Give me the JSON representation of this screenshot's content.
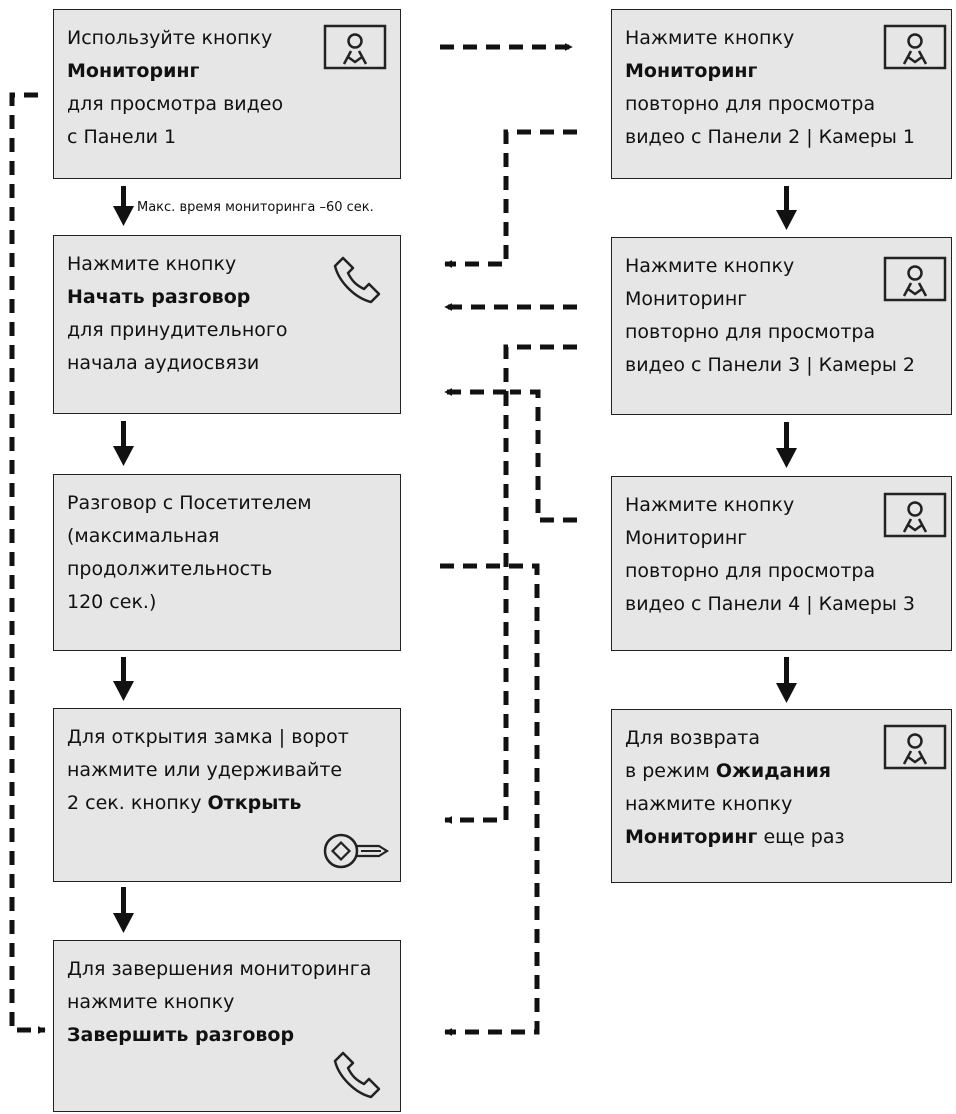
{
  "left": {
    "b1": {
      "l1": "Используйте кнопку",
      "l2": "Мониторинг",
      "l3": "для просмотра видео",
      "l4": "с Панели 1"
    },
    "note": "Макс. время мониторинга –60 сек.",
    "b2": {
      "l1": "Нажмите кнопку",
      "l2": "Начать разговор",
      "l3": "для принудительного",
      "l4": "начала аудиосвязи"
    },
    "b3": {
      "l1": "Разговор с Посетителем",
      "l2": "(максимальная",
      "l3": "продолжительность",
      "l4": "120 сек.)"
    },
    "b4": {
      "l1": "Для открытия замка | ворот",
      "l2": "нажмите или удерживайте",
      "l3a": "2 сек. кнопку ",
      "l3b": "Открыть"
    },
    "b5": {
      "l1": "Для завершения мониторинга",
      "l2": "нажмите кнопку",
      "l3": "Завершить разговор"
    }
  },
  "right": {
    "b1": {
      "l1": "Нажмите кнопку",
      "l2": "Мониторинг",
      "l3": "повторно для просмотра",
      "l4": "видео с Панели 2 | Камеры 1"
    },
    "b2": {
      "l1": "Нажмите кнопку",
      "l2": "Мониторинг",
      "l3": "повторно для просмотра",
      "l4": "видео с Панели 3 | Камеры 2"
    },
    "b3": {
      "l1": "Нажмите кнопку",
      "l2": "Мониторинг",
      "l3": "повторно для просмотра",
      "l4": "видео с Панели 4 | Камеры 3"
    },
    "b4": {
      "l1": "Для возврата",
      "l2a": "в режим ",
      "l2b": "Ожидания",
      "l3": "нажмите кнопку",
      "l4a": "Мониторинг",
      "l4b": " еще раз"
    }
  },
  "icons": {
    "monitor": "monitor-person-icon",
    "handset": "phone-handset-icon",
    "key": "key-icon"
  },
  "colors": {
    "box_fill": "#e6e6e6",
    "line": "#111111"
  }
}
